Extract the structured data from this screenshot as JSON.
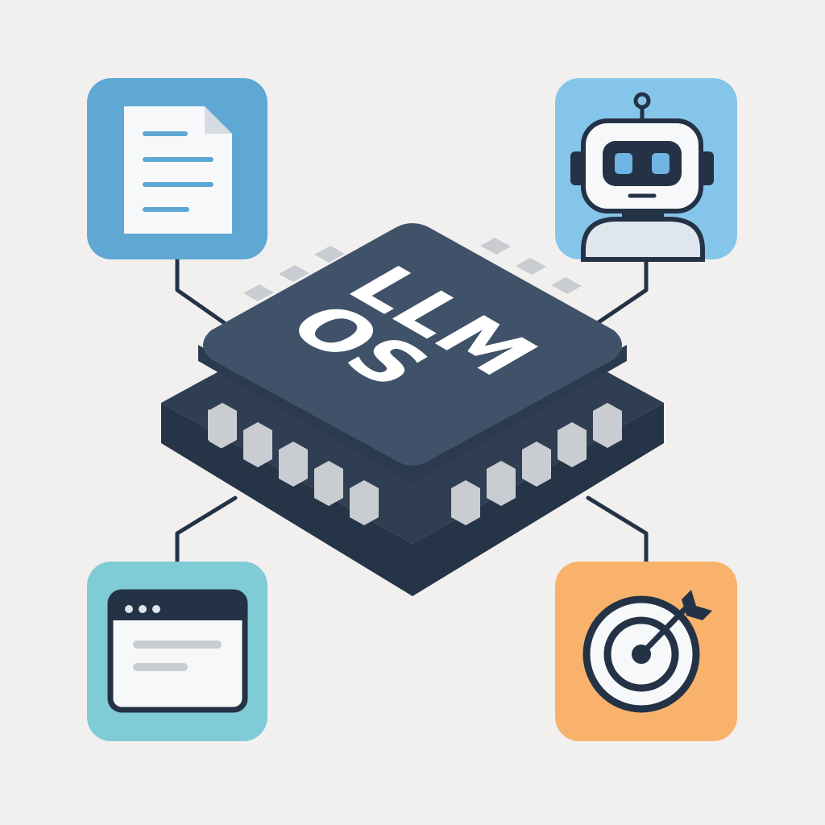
{
  "chip": {
    "line1": "LLM",
    "line2": "OS"
  },
  "nodes": [
    {
      "name": "document",
      "icon": "document-icon",
      "tile_color": "#5ea8d3"
    },
    {
      "name": "agent",
      "icon": "robot-icon",
      "tile_color": "#86c5ea"
    },
    {
      "name": "browser",
      "icon": "browser-window-icon",
      "tile_color": "#7fcbd6"
    },
    {
      "name": "goal",
      "icon": "target-icon",
      "tile_color": "#f9b26b"
    }
  ],
  "colors": {
    "background": "#f1f0ee",
    "chip_top": "#3f5269",
    "chip_side": "#2f3e52",
    "chip_base": "#263447",
    "pin": "#c9ccd1",
    "line": "#243246",
    "text": "#ffffff"
  }
}
